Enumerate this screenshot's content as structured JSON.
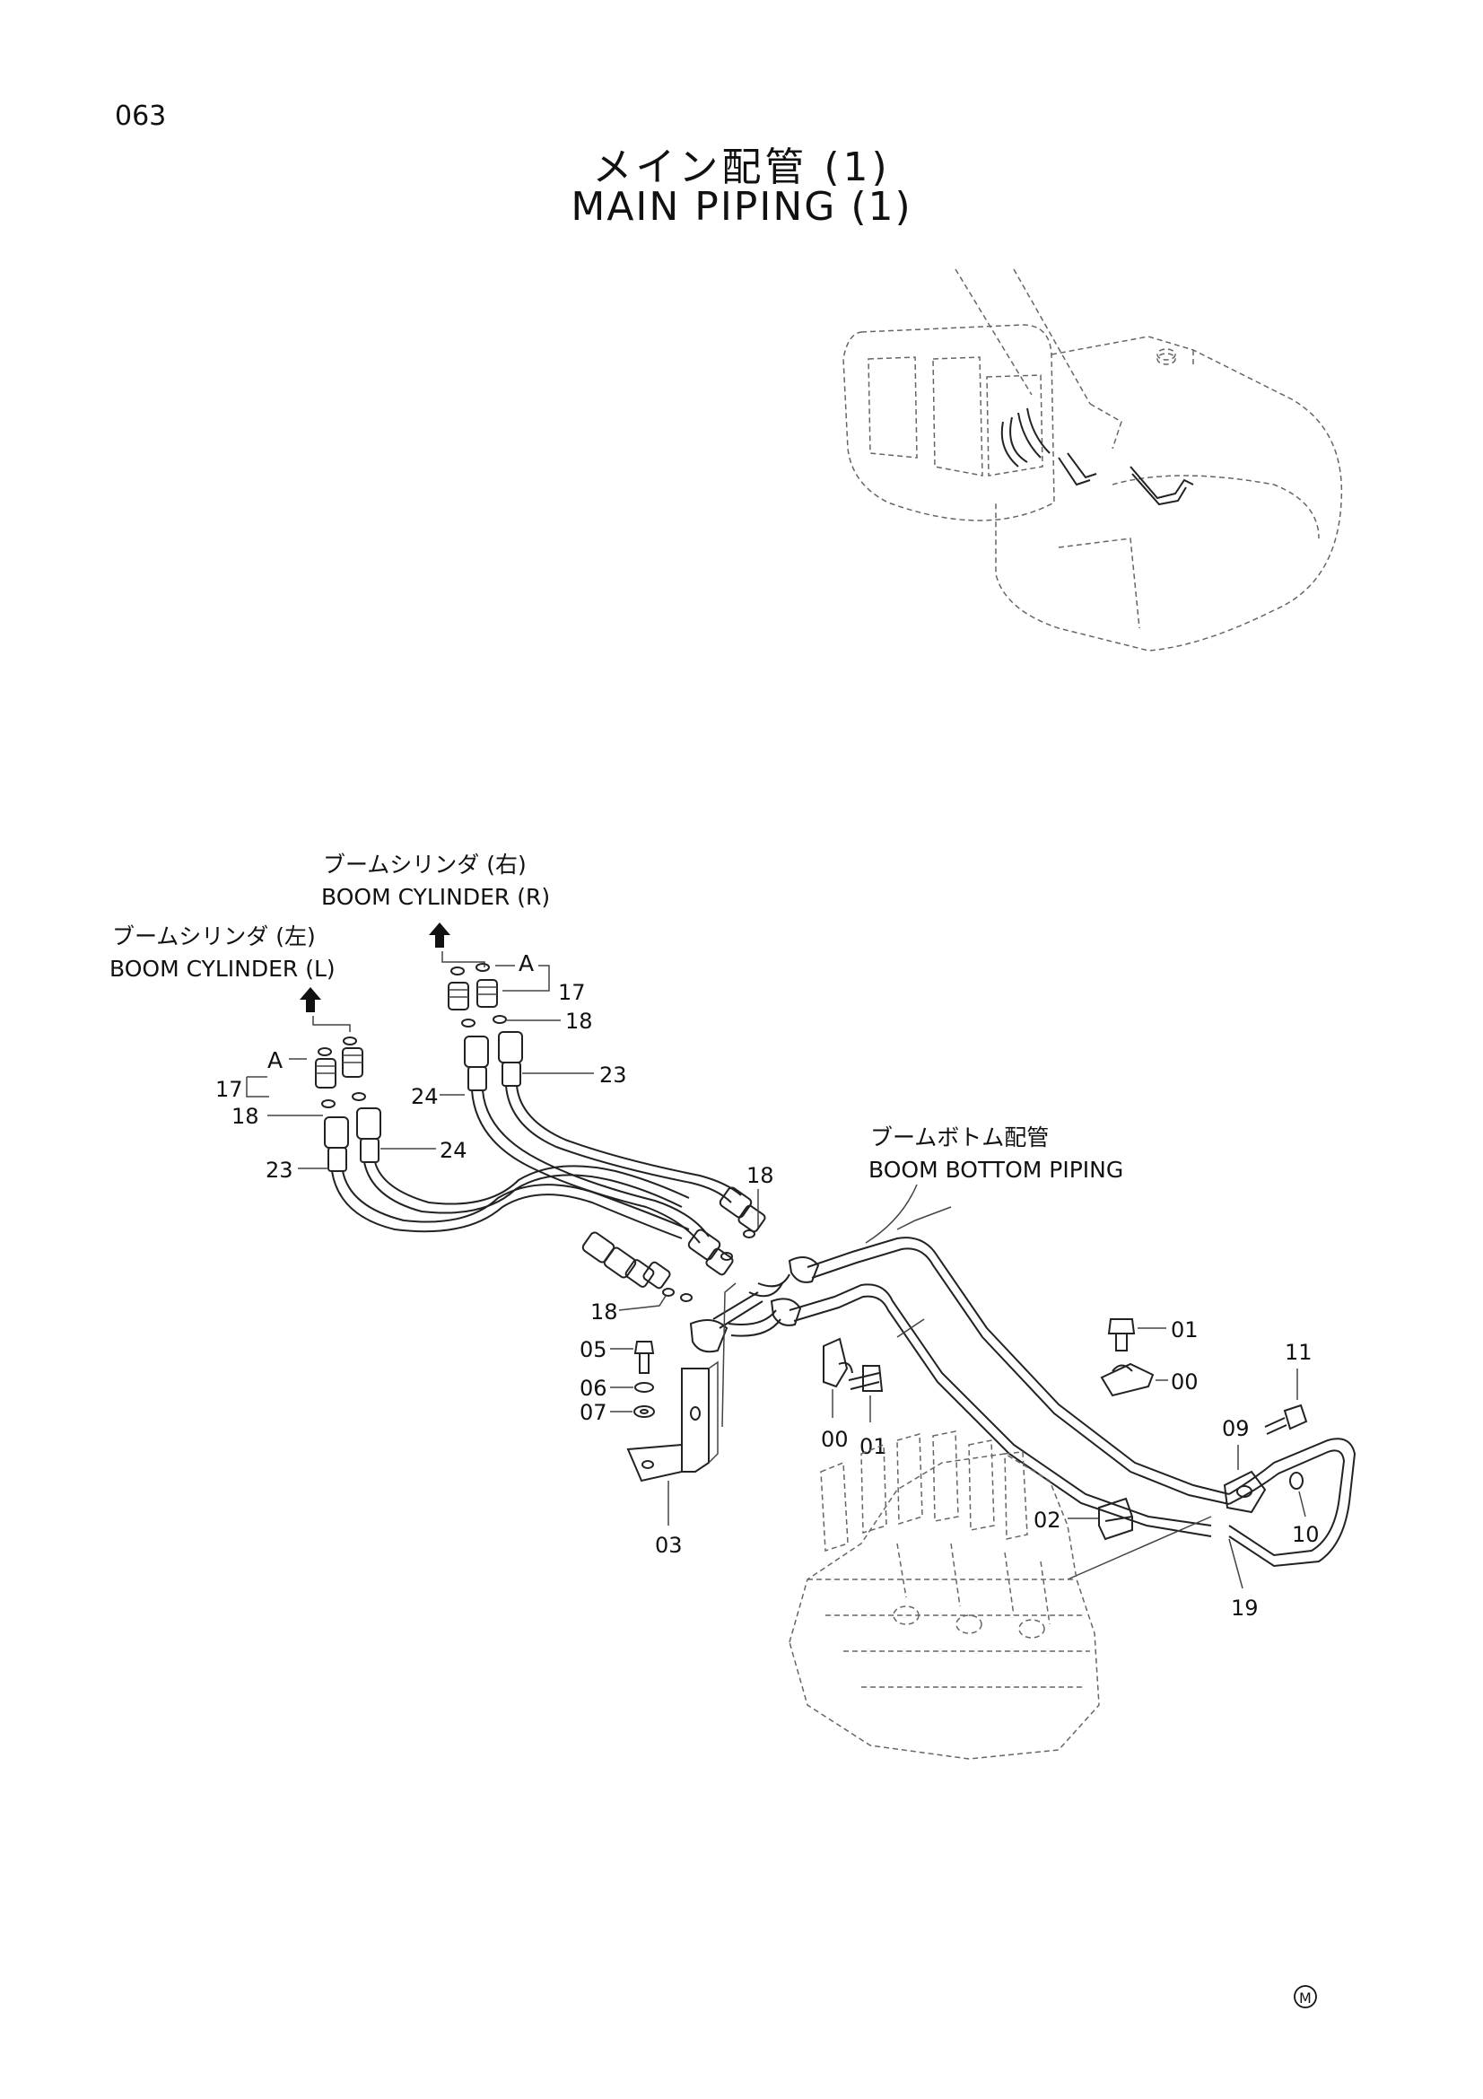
{
  "page": {
    "number": "063",
    "title_jp": "メイン配管 (1)",
    "title_en": "MAIN PIPING (1)",
    "mark": "M"
  },
  "callouts": {
    "boom_cyl_r_jp": "ブームシリンダ (右)",
    "boom_cyl_r_en": "BOOM CYLINDER (R)",
    "boom_cyl_l_jp": "ブームシリンダ (左)",
    "boom_cyl_l_en": "BOOM CYLINDER (L)",
    "boom_bottom_jp": "ブームボトム配管",
    "boom_bottom_en": "BOOM BOTTOM PIPING",
    "group_a": "A"
  },
  "parts": {
    "p17_right": "17",
    "p18_right": "18",
    "p23_right": "23",
    "p24_right": "24",
    "p17_left": "17",
    "p18_left": "18",
    "p23_left": "23",
    "p24_left": "24",
    "p18_mid_top": "18",
    "p18_mid_left": "18",
    "p05": "05",
    "p06": "06",
    "p07": "07",
    "p03": "03",
    "p00_left": "00",
    "p01_left": "01",
    "p01_right": "01",
    "p00_right": "00",
    "p02": "02",
    "p11": "11",
    "p09": "09",
    "p10": "10",
    "p19": "19"
  }
}
